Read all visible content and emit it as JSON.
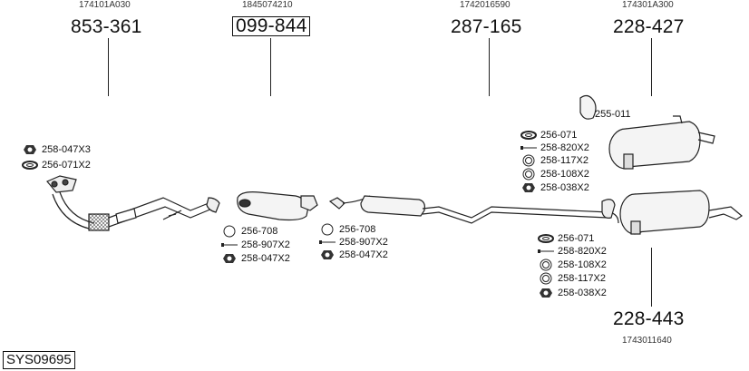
{
  "diagram": {
    "system_id": "SYS09695",
    "parts": [
      {
        "part_no": "853-361",
        "oe_no": "174101A030",
        "boxed": false,
        "name": "front pipe"
      },
      {
        "part_no": "099-844",
        "oe_no": "1845074210",
        "boxed": true,
        "name": "catalytic converter"
      },
      {
        "part_no": "287-165",
        "oe_no": "1742016590",
        "boxed": false,
        "name": "middle silencer"
      },
      {
        "part_no": "228-427",
        "oe_no": "174301A300",
        "boxed": false,
        "name": "rear silencer upper"
      },
      {
        "part_no": "228-443",
        "oe_no": "1743011640",
        "boxed": false,
        "name": "rear silencer lower"
      }
    ],
    "accessory_groups": {
      "front_pipe": [
        {
          "code": "258-047X3",
          "icon": "nut-icon"
        },
        {
          "code": "256-071X2",
          "icon": "gasket-ring-icon"
        }
      ],
      "catalyst": [
        {
          "code": "256-708",
          "icon": "seal-ring-icon"
        },
        {
          "code": "258-907X2",
          "icon": "bolt-icon"
        },
        {
          "code": "258-047X2",
          "icon": "nut-icon"
        }
      ],
      "middle": [
        {
          "code": "256-708",
          "icon": "seal-ring-icon"
        },
        {
          "code": "258-907X2",
          "icon": "bolt-icon"
        },
        {
          "code": "258-047X2",
          "icon": "nut-icon"
        }
      ],
      "rear_upper": [
        {
          "code": "255-011",
          "icon": "rubber-mount-icon"
        },
        {
          "code": "256-071",
          "icon": "gasket-ring-icon"
        },
        {
          "code": "258-820X2",
          "icon": "bolt-icon"
        },
        {
          "code": "258-117X2",
          "icon": "spring-ring-icon"
        },
        {
          "code": "258-108X2",
          "icon": "spring-ring-icon"
        },
        {
          "code": "258-038X2",
          "icon": "nut-icon"
        }
      ],
      "rear_lower": [
        {
          "code": "256-071",
          "icon": "gasket-ring-icon"
        },
        {
          "code": "258-820X2",
          "icon": "bolt-icon"
        },
        {
          "code": "258-108X2",
          "icon": "spring-ring-icon"
        },
        {
          "code": "258-117X2",
          "icon": "spring-ring-icon"
        },
        {
          "code": "258-038X2",
          "icon": "nut-icon"
        }
      ]
    }
  }
}
